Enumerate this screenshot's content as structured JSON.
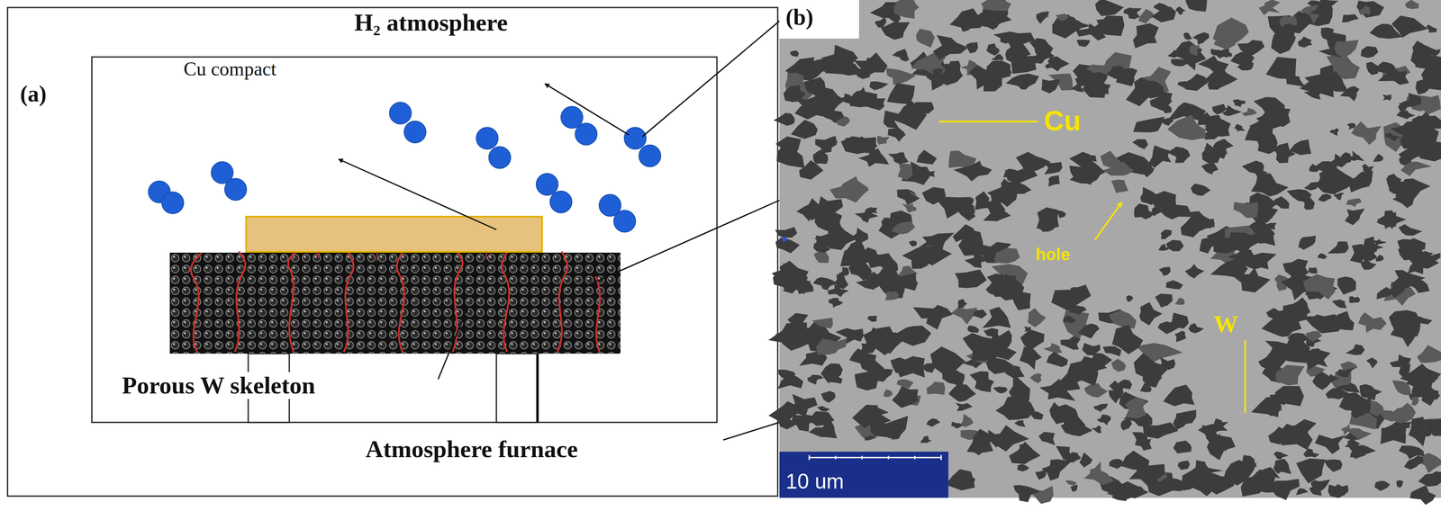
{
  "diagram": {
    "labels": [
      "(a)",
      "H₂ atmosphere",
      "Cu compact",
      "Porous W skeleton",
      "Atmosphere furnace",
      "(b)",
      "Cu",
      "hole",
      "W",
      "10 um"
    ]
  }
}
